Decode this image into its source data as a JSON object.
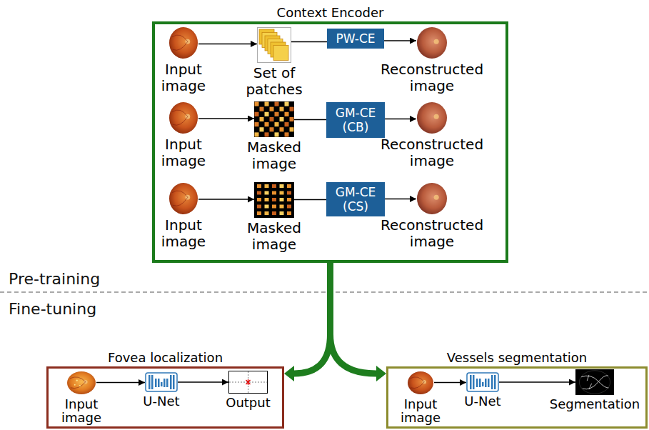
{
  "diagram": {
    "nodes": [
      {
        "text": [
          "Context Encoder"
        ]
      },
      {
        "text": [
          "Input image"
        ],
        "in": 0
      },
      {
        "text": [
          "Set of patches"
        ],
        "in": 0
      },
      {
        "text": [
          "PW-CE"
        ],
        "in": 0
      },
      {
        "text": [
          "Reconstructed image"
        ],
        "in": 0
      },
      {
        "text": [
          "Input image"
        ],
        "in": 0
      },
      {
        "text": [
          "Masked image"
        ],
        "in": 0
      },
      {
        "text": [
          "GM-CE (CB)"
        ],
        "in": 0
      },
      {
        "text": [
          "Reconstructed image"
        ],
        "in": 0
      },
      {
        "text": [
          "Input image"
        ],
        "in": 0
      },
      {
        "text": [
          "Masked image"
        ],
        "in": 0
      },
      {
        "text": [
          "GM-CE (CS)"
        ],
        "in": 0
      },
      {
        "text": [
          "Reconstructed image"
        ],
        "in": 0
      },
      {
        "text": [
          "Fovea localization"
        ]
      },
      {
        "text": [
          "Input image"
        ],
        "in": 13
      },
      {
        "text": [
          "U-Net"
        ],
        "in": 13
      },
      {
        "text": [
          "Output"
        ],
        "in": 13
      },
      {
        "text": [
          "Vessels segmentation"
        ]
      },
      {
        "text": [
          "Input image"
        ],
        "in": 17
      },
      {
        "text": [
          "U-Net"
        ],
        "in": 17
      },
      {
        "text": [
          "Segmentation"
        ],
        "in": 17
      }
    ],
    "edges": [
      {
        "from": 1,
        "to": 2,
        "arrow": "to"
      },
      {
        "from": 2,
        "to": 3,
        "arrow": "none"
      },
      {
        "from": 3,
        "to": 4,
        "arrow": "to"
      },
      {
        "from": 5,
        "to": 6,
        "arrow": "to"
      },
      {
        "from": 6,
        "to": 7,
        "arrow": "none"
      },
      {
        "from": 7,
        "to": 8,
        "arrow": "to"
      },
      {
        "from": 9,
        "to": 10,
        "arrow": "to"
      },
      {
        "from": 10,
        "to": 11,
        "arrow": "none"
      },
      {
        "from": 11,
        "to": 12,
        "arrow": "to"
      },
      {
        "from": 0,
        "to": 13,
        "arrow": "to"
      },
      {
        "from": 0,
        "to": 17,
        "arrow": "to"
      },
      {
        "from": 14,
        "to": 15,
        "arrow": "to"
      },
      {
        "from": 15,
        "to": 16,
        "arrow": "to"
      },
      {
        "from": 18,
        "to": 19,
        "arrow": "to"
      },
      {
        "from": 19,
        "to": 20,
        "arrow": "to"
      }
    ],
    "labels": [
      "Pre-training",
      "Fine-tuning"
    ]
  }
}
